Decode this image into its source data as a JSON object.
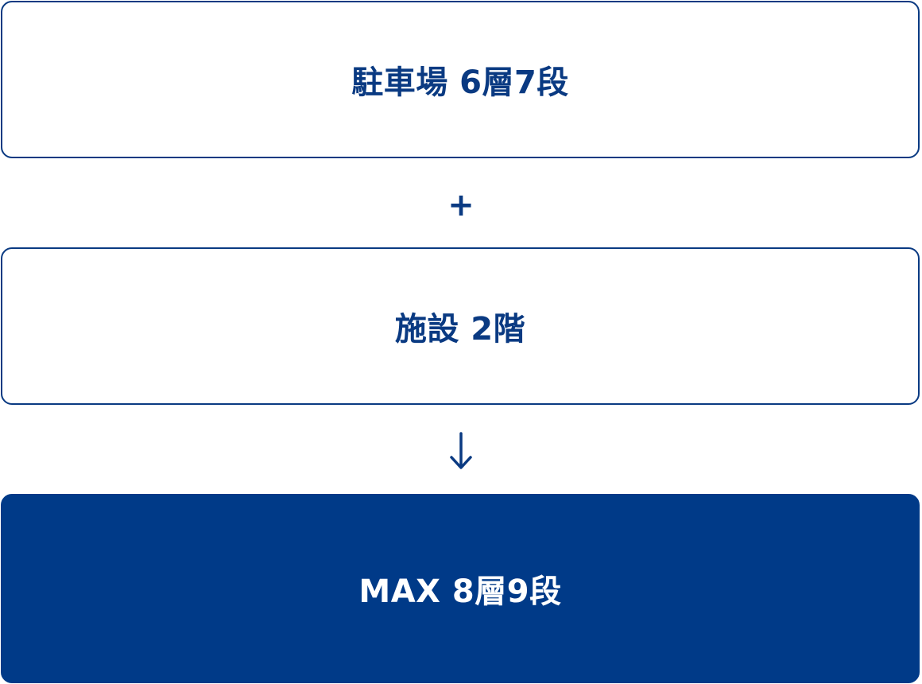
{
  "boxes": {
    "parking": {
      "label": "駐車場 6層7段"
    },
    "facility": {
      "label": "施設 2階"
    },
    "result": {
      "label": "MAX 8層9段"
    }
  },
  "connectors": {
    "plus": "+",
    "arrow": "down-arrow-icon"
  },
  "colors": {
    "accent": "#0a3a82",
    "result_background": "#003a88",
    "result_text": "#ffffff",
    "background": "#ffffff"
  }
}
